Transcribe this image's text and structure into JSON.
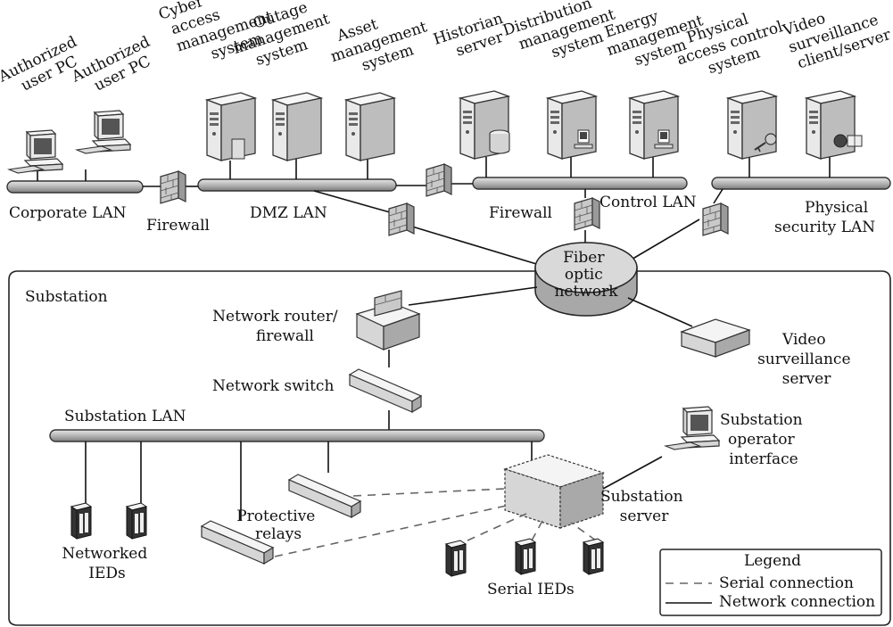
{
  "top_labels": {
    "authorized_pc_1": [
      "Authorized",
      "user PC"
    ],
    "authorized_pc_2": [
      "Authorized",
      "user PC"
    ],
    "cyber_access": [
      "Cyber",
      "access",
      "management",
      "system"
    ],
    "outage_mgmt": [
      "Outage",
      "management",
      "system"
    ],
    "asset_mgmt": [
      "Asset",
      "management",
      "system"
    ],
    "historian": [
      "Historian",
      "server"
    ],
    "distribution_mgmt": [
      "Distribution",
      "management",
      "system"
    ],
    "energy_mgmt": [
      "Energy",
      "management",
      "system"
    ],
    "physical_access": [
      "Physical",
      "access control",
      "system"
    ],
    "video_client": [
      "Video",
      "surveillance",
      "client/server"
    ]
  },
  "network_labels": {
    "corporate_lan": "Corporate LAN",
    "firewall_1": "Firewall",
    "dmz_lan": "DMZ LAN",
    "firewall_2": "Firewall",
    "control_lan": "Control LAN",
    "physical_security_lan": [
      "Physical",
      "security LAN"
    ],
    "fiber": [
      "Fiber",
      "optic",
      "network"
    ]
  },
  "substation": {
    "title": "Substation",
    "router": [
      "Network router/",
      "firewall"
    ],
    "switch": "Network switch",
    "lan": "Substation LAN",
    "video_server": [
      "Video",
      "surveillance",
      "server"
    ],
    "operator": [
      "Substation",
      "operator",
      "interface"
    ],
    "server": [
      "Substation",
      "server"
    ],
    "relays": [
      "Protective",
      "relays"
    ],
    "networked_ieds": [
      "Networked",
      "IEDs"
    ],
    "serial_ieds": "Serial IEDs"
  },
  "legend": {
    "title": "Legend",
    "serial": "Serial connection",
    "network": "Network connection"
  }
}
